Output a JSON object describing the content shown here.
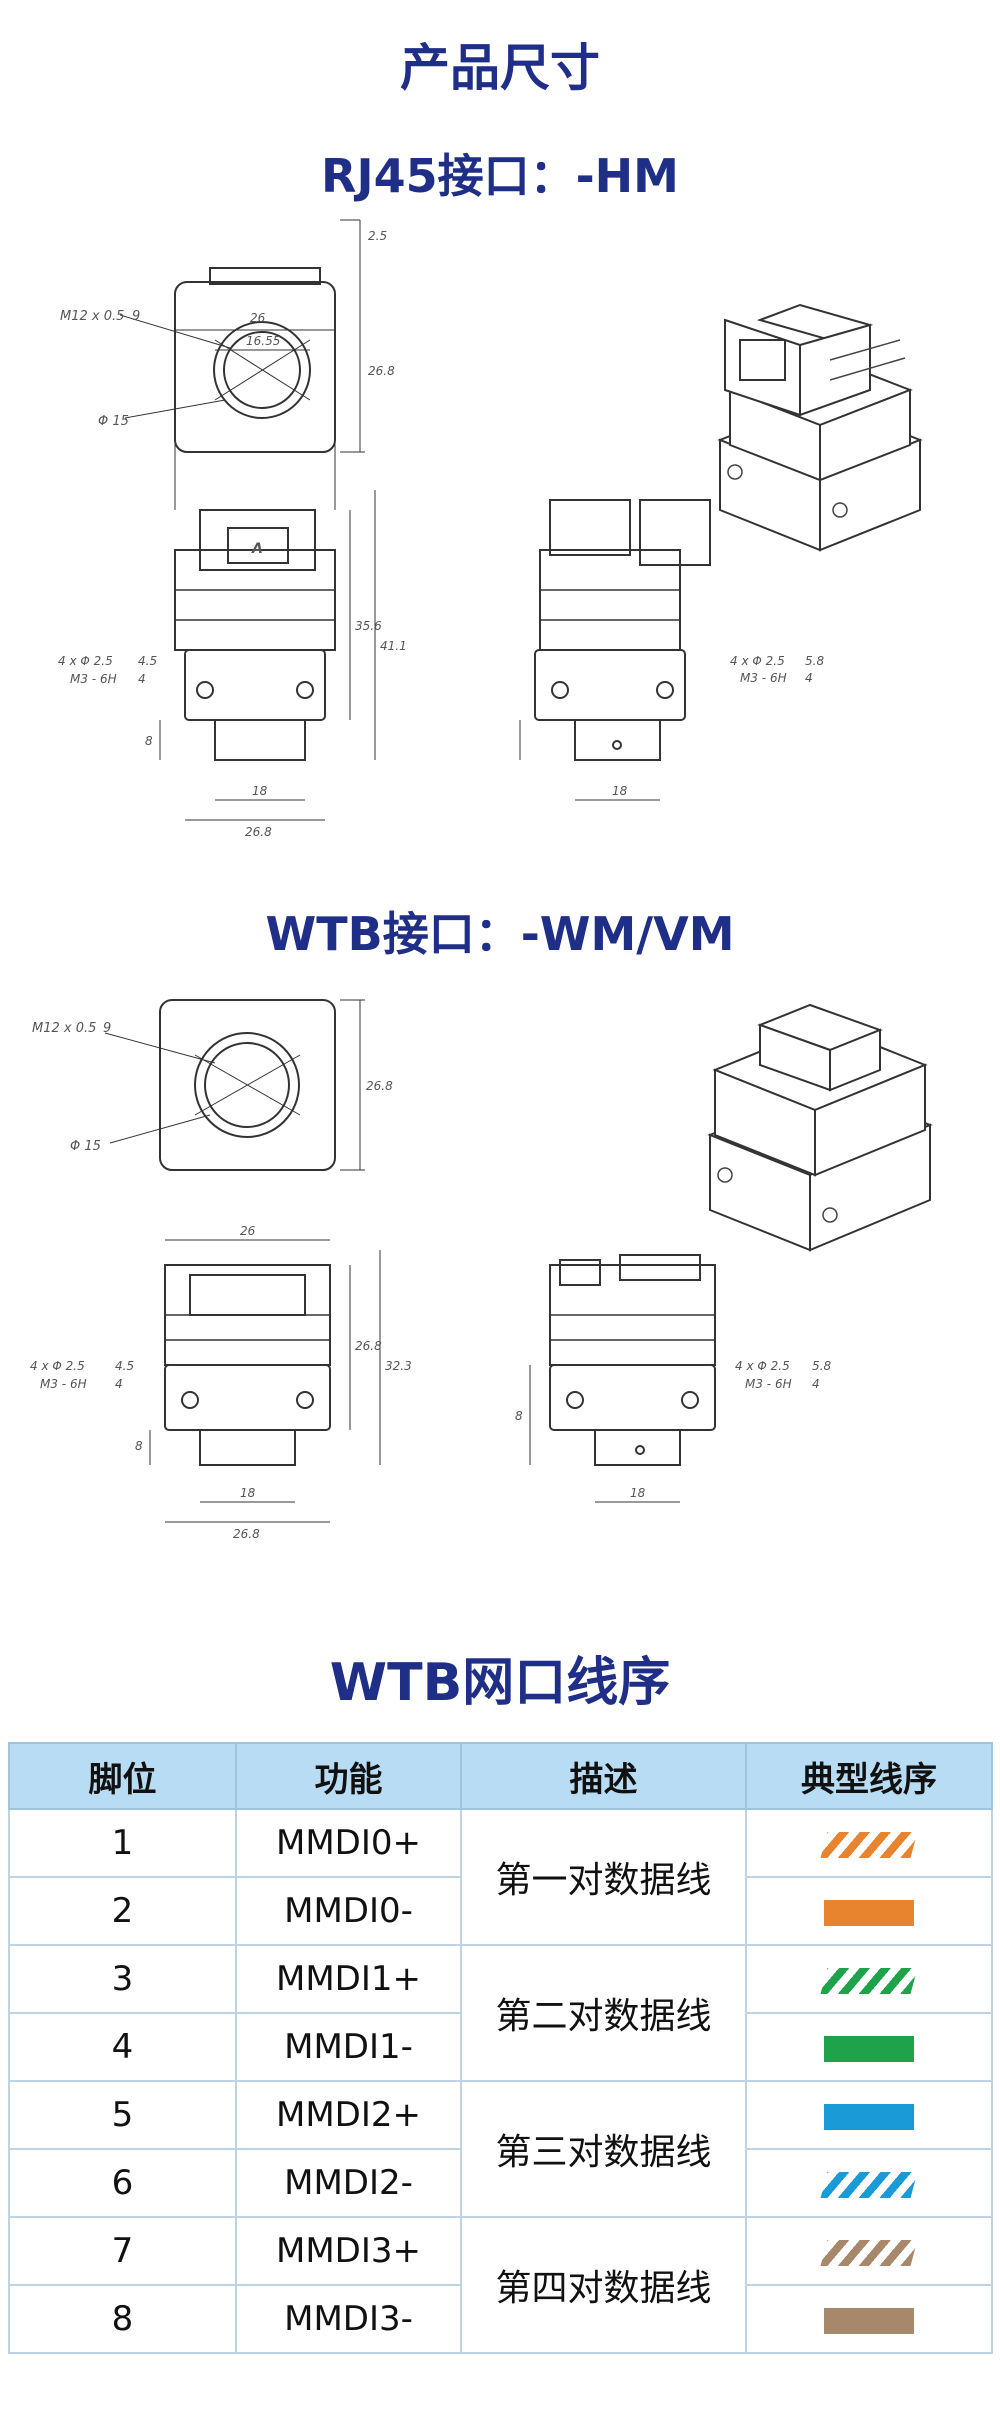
{
  "titles": {
    "main": "产品尺寸",
    "rj45": "RJ45接口：-HM",
    "wtb": "WTB接口：-WM/VM",
    "pinout": "WTB网口线序"
  },
  "rj45_drawing": {
    "thread_label": "M12 x 0.5",
    "thread_depth": "9",
    "dia_label": "Φ 15",
    "dim_top": "2.5",
    "dim_front_h": "26.8",
    "dim_width": "26",
    "dim_port_w": "16.55",
    "port_letter": "A",
    "dim_h1": "35.6",
    "dim_h2": "41.1",
    "holes_left_1": "4 x Φ 2.5",
    "holes_left_1b": "4.5",
    "holes_left_2": "M3 - 6H",
    "holes_left_2b": "4",
    "holes_right_1": "4 x Φ 2.5",
    "holes_right_1b": "5.8",
    "holes_right_2": "M3 - 6H",
    "holes_right_2b": "4",
    "dim_base_h": "8",
    "dim_lens": "18",
    "dim_base_w": "26.8",
    "dim_lens_r": "18"
  },
  "wtb_drawing": {
    "thread_label": "M12 x 0.5",
    "thread_depth": "9",
    "dia_label": "Φ 15",
    "dim_front_h": "26.8",
    "dim_width": "26",
    "dim_h1": "26.8",
    "dim_h2": "32.3",
    "holes_left_1": "4 x Φ 2.5",
    "holes_left_1b": "4.5",
    "holes_left_2": "M3 - 6H",
    "holes_left_2b": "4",
    "holes_right_1": "4 x Φ 2.5",
    "holes_right_1b": "5.8",
    "holes_right_2": "M3 - 6H",
    "holes_right_2b": "4",
    "dim_base_h": "8",
    "dim_lens": "18",
    "dim_base_w": "26.8",
    "dim_lens_r": "18",
    "dim_base_h_r": "8"
  },
  "pin_table": {
    "headers": [
      "脚位",
      "功能",
      "描述",
      "典型线序"
    ],
    "rows": [
      {
        "pin": "1",
        "func": "MMDI0+",
        "color": "#e8842e",
        "striped": true
      },
      {
        "pin": "2",
        "func": "MMDI0-",
        "color": "#e8842e",
        "striped": false
      },
      {
        "pin": "3",
        "func": "MMDI1+",
        "color": "#1fa34a",
        "striped": true
      },
      {
        "pin": "4",
        "func": "MMDI1-",
        "color": "#1fa34a",
        "striped": false
      },
      {
        "pin": "5",
        "func": "MMDI2+",
        "color": "#1a9ad6",
        "striped": false
      },
      {
        "pin": "6",
        "func": "MMDI2-",
        "color": "#1a9ad6",
        "striped": true
      },
      {
        "pin": "7",
        "func": "MMDI3+",
        "color": "#a8886a",
        "striped": true
      },
      {
        "pin": "8",
        "func": "MMDI3-",
        "color": "#a8886a",
        "striped": false
      }
    ],
    "pair_desc": [
      "第一对数据线",
      "第二对数据线",
      "第三对数据线",
      "第四对数据线"
    ]
  }
}
